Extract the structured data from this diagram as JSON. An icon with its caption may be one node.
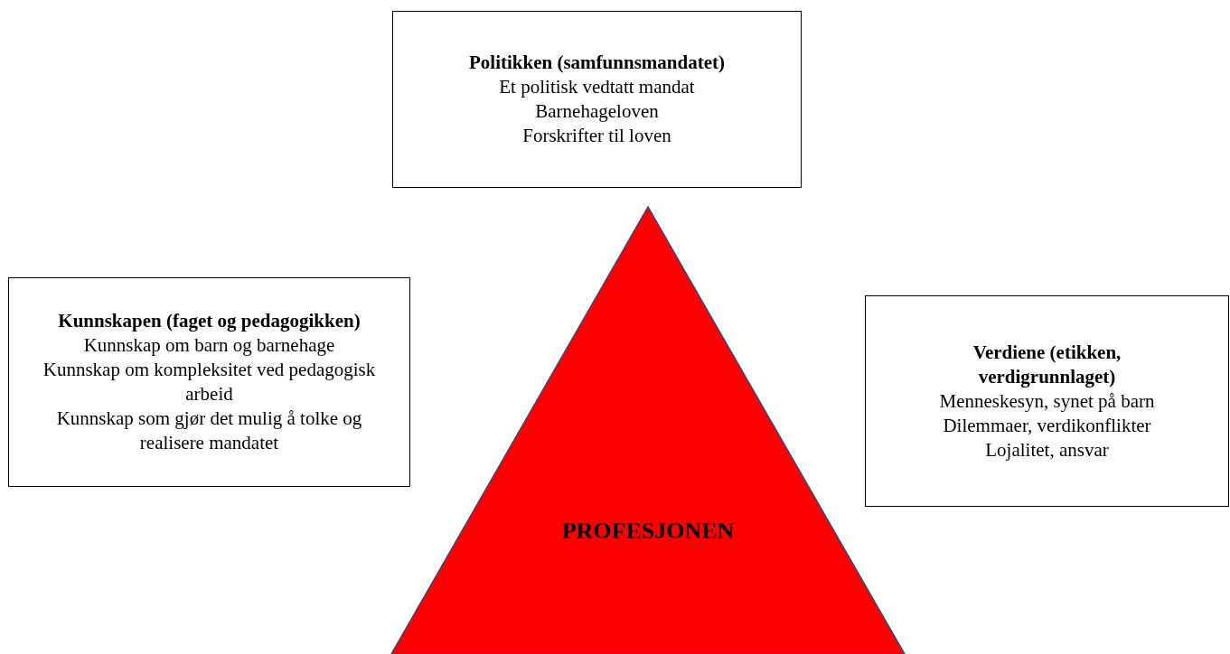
{
  "diagram": {
    "nodes": [
      {
        "text": [
          "Politikken (samfunnsmandatet)",
          "Et politisk vedtatt mandat",
          "Barnehageloven",
          "Forskrifter til loven"
        ]
      },
      {
        "text": [
          "Kunnskapen (faget og pedagogikken)",
          "Kunnskap om barn og barnehage",
          "Kunnskap om kompleksitet ved pedagogisk arbeid",
          "Kunnskap som gjør det mulig å tolke og realisere mandatet"
        ]
      },
      {
        "text": [
          "Verdiene (etikken, verdigrunnlaget)",
          "Menneskesyn, synet på barn",
          "Dilemmaer, verdikonflikter",
          "Lojalitet, ansvar"
        ]
      },
      {
        "text": [
          "PROFESJONEN"
        ]
      }
    ]
  }
}
